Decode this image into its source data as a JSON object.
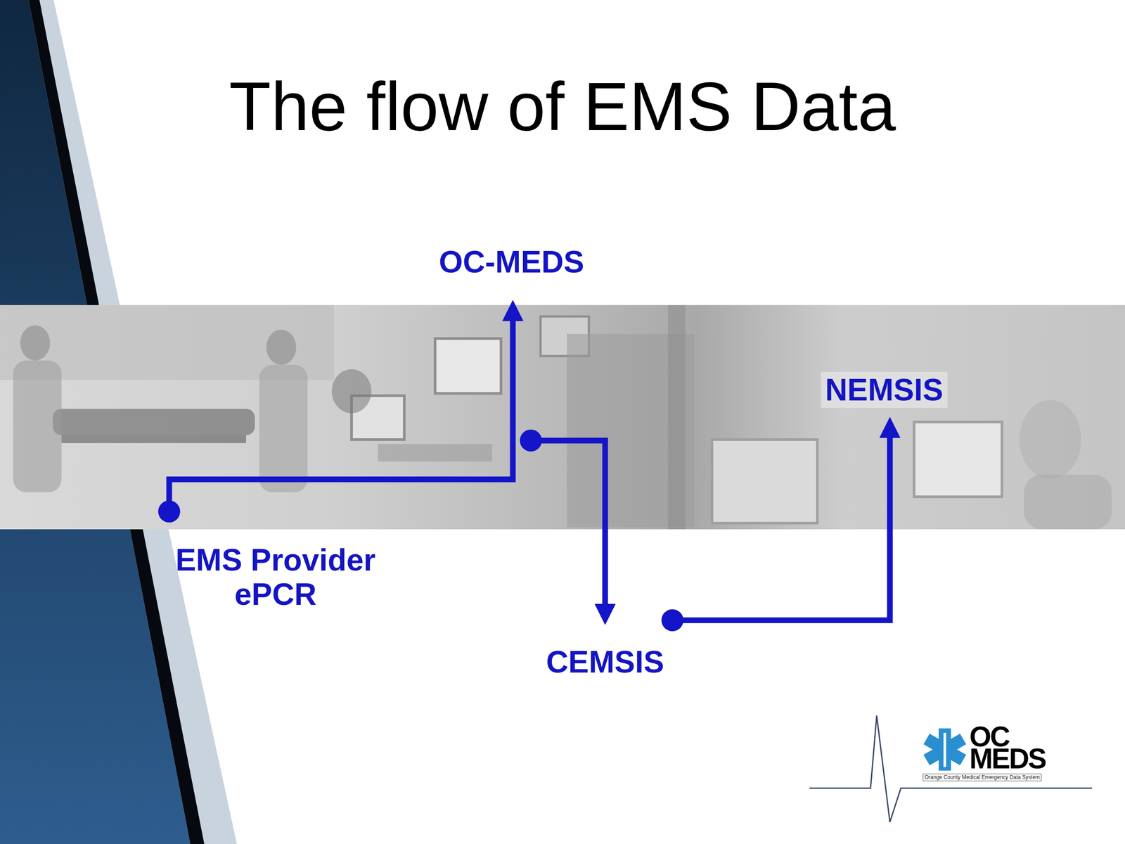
{
  "diagram": {
    "title": "The flow of EMS Data",
    "nodes": [
      {
        "text": [
          "OC-MEDS"
        ]
      },
      {
        "text": [
          "NEMSIS"
        ]
      },
      {
        "text": [
          "EMS Provider ePCR"
        ]
      },
      {
        "text": [
          "CEMSIS"
        ]
      }
    ],
    "edges": [
      {
        "from": 2,
        "to": 0,
        "arrow": "to"
      },
      {
        "from": 0,
        "to": 3,
        "arrow": "to"
      },
      {
        "from": 3,
        "to": 1,
        "arrow": "to"
      }
    ],
    "labels": [
      "OC",
      "MEDS",
      "Orange County Medical Emergency Data System"
    ]
  }
}
